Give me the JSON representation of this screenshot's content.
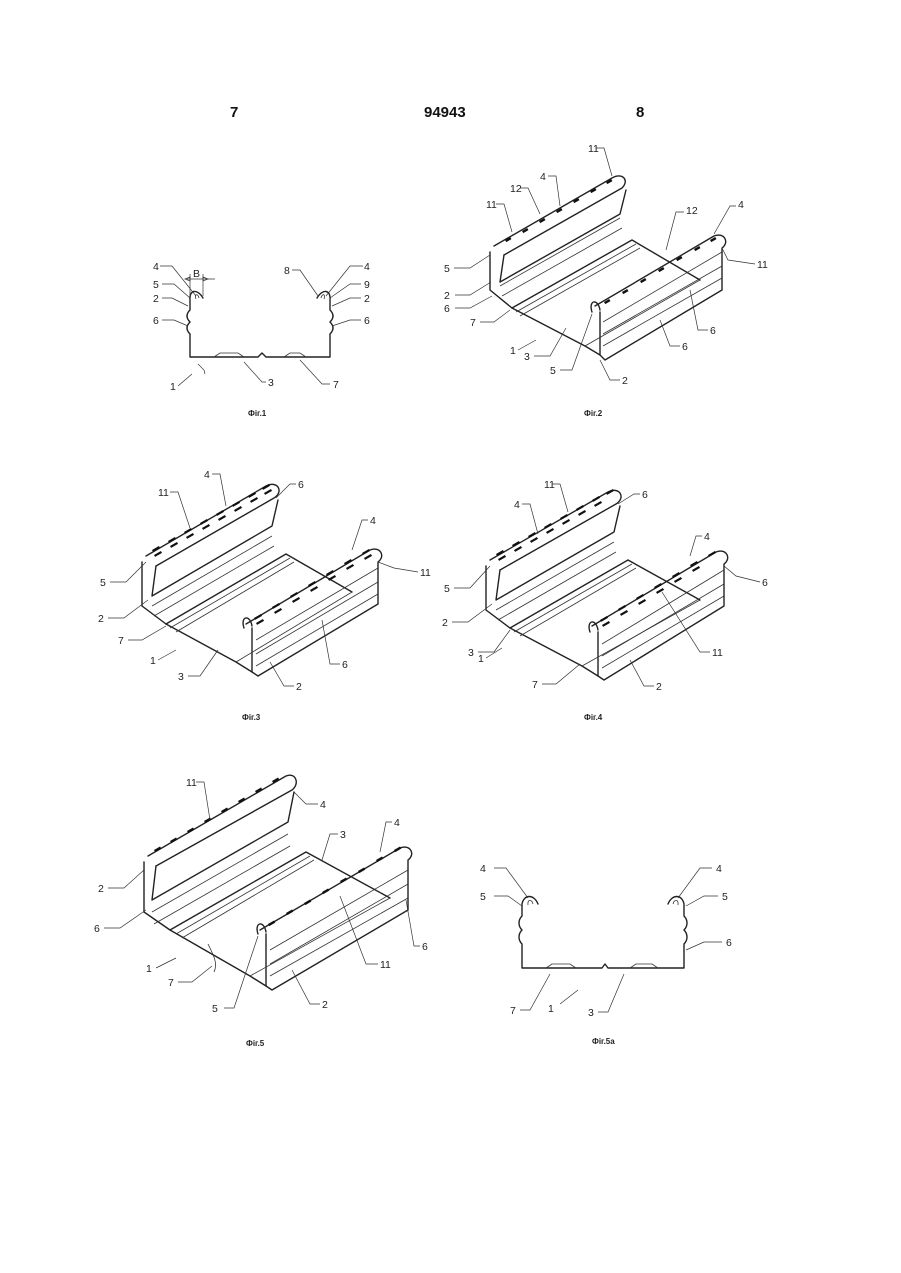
{
  "header": {
    "left_page": "7",
    "patent_number": "94943",
    "right_page": "8"
  },
  "figures": {
    "fig1": {
      "caption": "Фіг.1",
      "labels": [
        "4",
        "5",
        "2",
        "6",
        "1",
        "3",
        "7",
        "8",
        "4",
        "9",
        "2",
        "6"
      ],
      "dim_label": "B"
    },
    "fig2": {
      "caption": "Фіг.2",
      "labels": [
        "11",
        "4",
        "12",
        "11",
        "12",
        "4",
        "11",
        "5",
        "2",
        "6",
        "7",
        "1",
        "3",
        "5",
        "2",
        "6",
        "6"
      ]
    },
    "fig3": {
      "caption": "Фіг.3",
      "labels": [
        "4",
        "11",
        "6",
        "5",
        "2",
        "7",
        "1",
        "3",
        "4",
        "11",
        "2",
        "6"
      ]
    },
    "fig4": {
      "caption": "Фіг.4",
      "labels": [
        "11",
        "4",
        "6",
        "5",
        "2",
        "3",
        "1",
        "7",
        "4",
        "6",
        "11",
        "2"
      ]
    },
    "fig5": {
      "caption": "Фіг.5",
      "labels": [
        "11",
        "4",
        "3",
        "4",
        "2",
        "6",
        "1",
        "7",
        "5",
        "11",
        "6",
        "2"
      ]
    },
    "fig5a": {
      "caption": "Фіг.5а",
      "labels": [
        "4",
        "5",
        "4",
        "5",
        "6",
        "7",
        "1",
        "3"
      ]
    }
  }
}
